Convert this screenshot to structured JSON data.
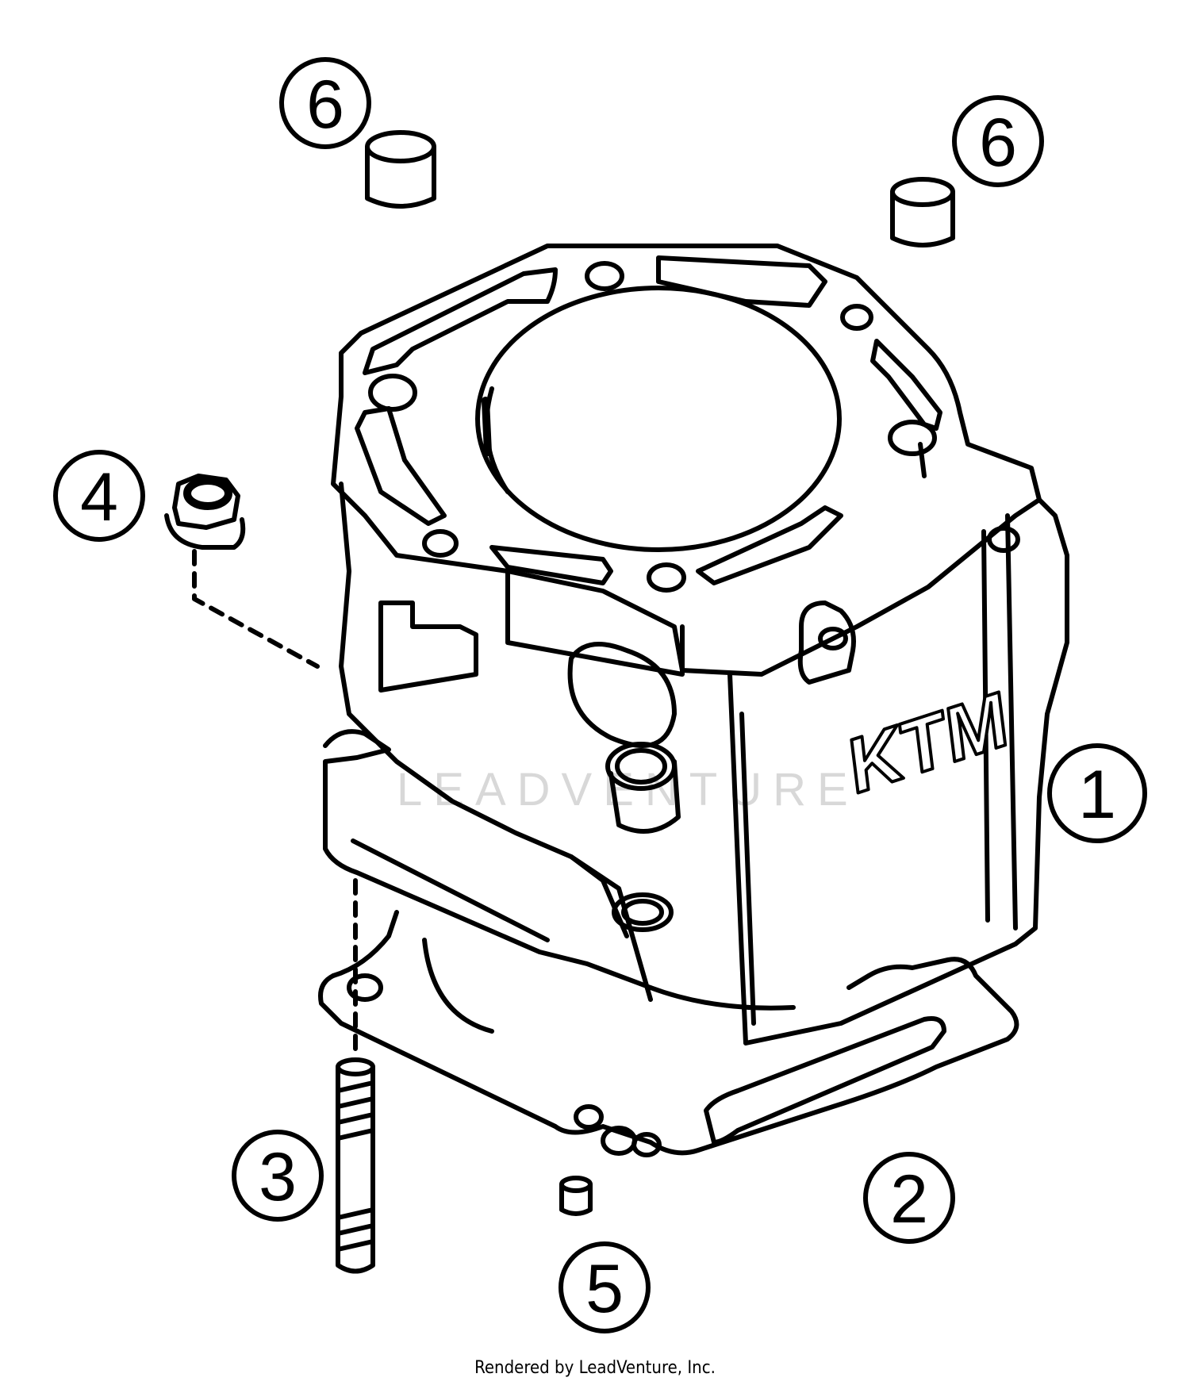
{
  "callouts": [
    {
      "id": "1",
      "label": "1"
    },
    {
      "id": "2",
      "label": "2"
    },
    {
      "id": "3",
      "label": "3"
    },
    {
      "id": "4",
      "label": "4"
    },
    {
      "id": "5",
      "label": "5"
    },
    {
      "id": "6a",
      "label": "6"
    },
    {
      "id": "6b",
      "label": "6"
    }
  ],
  "logo_text": "KTM",
  "watermark": "LEADVENTURE",
  "footer": "Rendered by LeadVenture, Inc."
}
